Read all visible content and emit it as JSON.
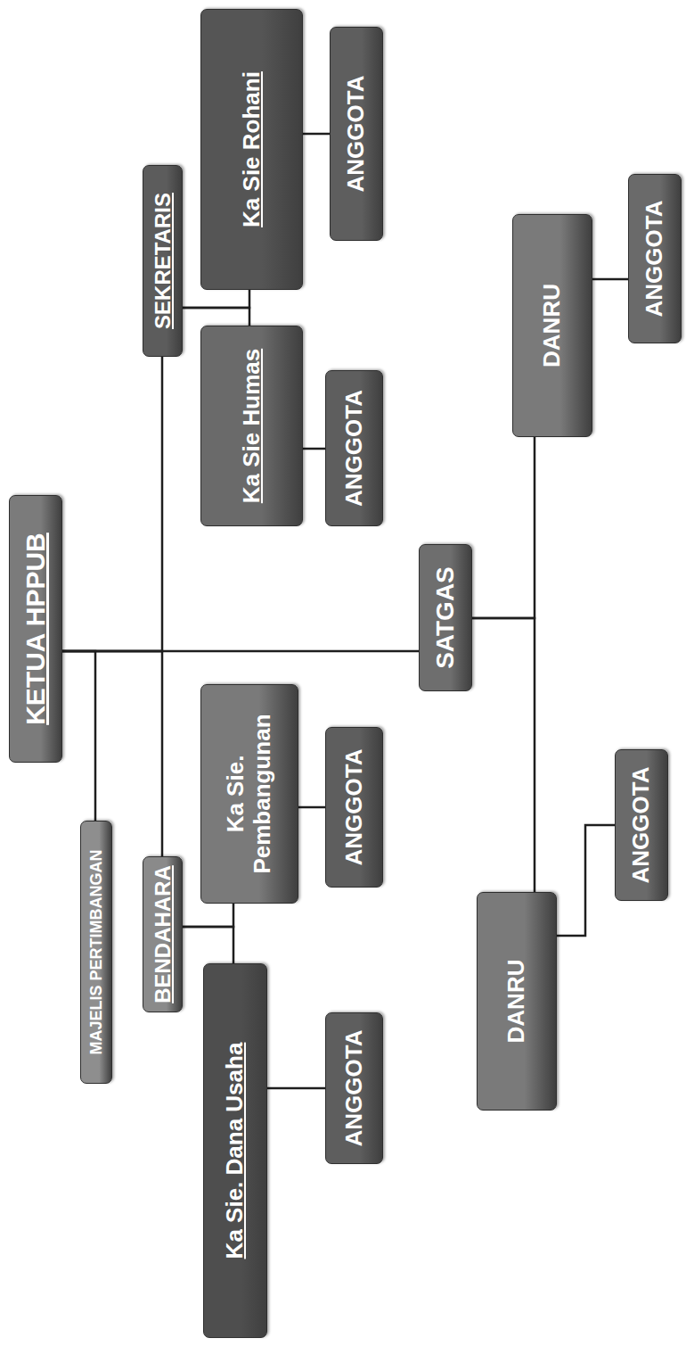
{
  "diagram": {
    "nodes": [
      {
        "text": [
          "KETUA HPPUB"
        ]
      },
      {
        "text": [
          "MAJELIS PERTIMBANGAN"
        ]
      },
      {
        "text": [
          "BENDAHARA"
        ]
      },
      {
        "text": [
          "SEKRETARIS"
        ]
      },
      {
        "text": [
          "Ka Sie. Dana Usaha"
        ]
      },
      {
        "text": [
          "ANGGOTA"
        ]
      },
      {
        "text": [
          "Ka Sie. Pembangunan"
        ]
      },
      {
        "text": [
          "ANGGOTA"
        ]
      },
      {
        "text": [
          "Ka Sie Humas"
        ]
      },
      {
        "text": [
          "ANGGOTA"
        ]
      },
      {
        "text": [
          "Ka Sie Rohani"
        ]
      },
      {
        "text": [
          "ANGGOTA"
        ]
      },
      {
        "text": [
          "SATGAS"
        ]
      },
      {
        "text": [
          "DANRU"
        ]
      },
      {
        "text": [
          "ANGGOTA"
        ]
      },
      {
        "text": [
          "DANRU"
        ]
      },
      {
        "text": [
          "ANGGOTA"
        ]
      }
    ],
    "edges": [
      {
        "from": 0,
        "to": 1,
        "arrow": "none"
      },
      {
        "from": 0,
        "to": 2,
        "arrow": "none"
      },
      {
        "from": 0,
        "to": 3,
        "arrow": "none"
      },
      {
        "from": 0,
        "to": 12,
        "arrow": "none"
      },
      {
        "from": 2,
        "to": 4,
        "arrow": "none"
      },
      {
        "from": 2,
        "to": 6,
        "arrow": "none"
      },
      {
        "from": 3,
        "to": 8,
        "arrow": "none"
      },
      {
        "from": 3,
        "to": 10,
        "arrow": "none"
      },
      {
        "from": 4,
        "to": 5,
        "arrow": "none"
      },
      {
        "from": 6,
        "to": 7,
        "arrow": "none"
      },
      {
        "from": 8,
        "to": 9,
        "arrow": "none"
      },
      {
        "from": 10,
        "to": 11,
        "arrow": "none"
      },
      {
        "from": 12,
        "to": 13,
        "arrow": "none"
      },
      {
        "from": 12,
        "to": 15,
        "arrow": "none"
      },
      {
        "from": 13,
        "to": 14,
        "arrow": "none"
      },
      {
        "from": 15,
        "to": 16,
        "arrow": "none"
      }
    ]
  }
}
